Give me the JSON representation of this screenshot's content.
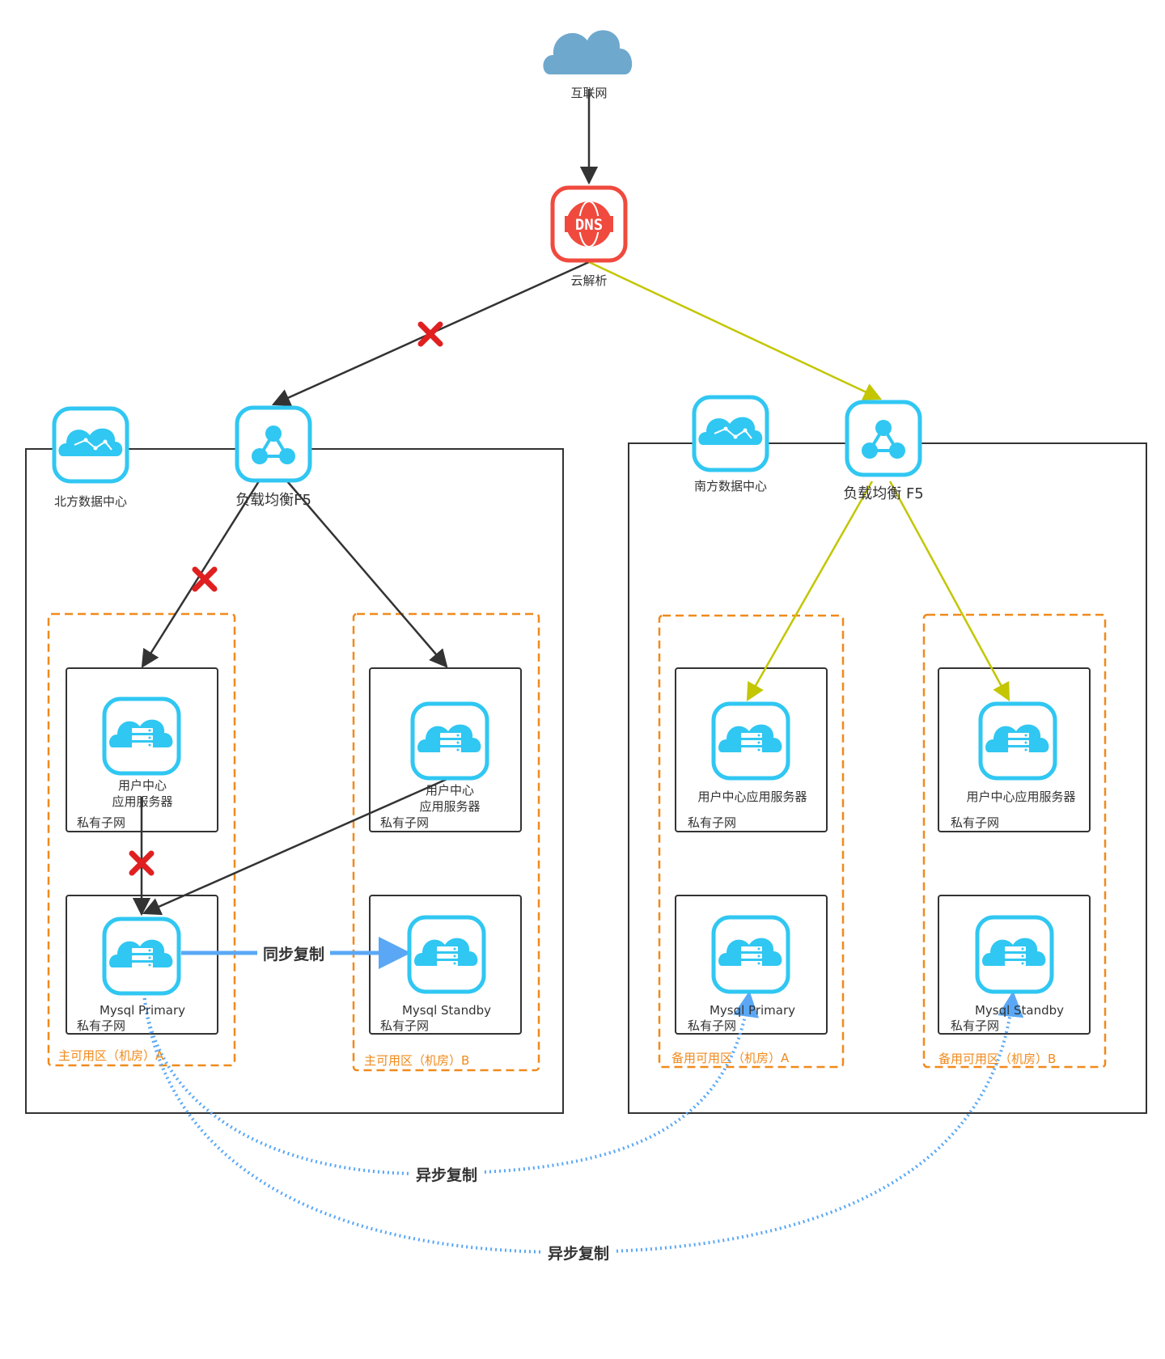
{
  "colors": {
    "icon_blue": "#30c7f2",
    "cloud_gray_blue": "#6fa8cd",
    "dns_red": "#f04a3e",
    "zone_orange": "#f08a1c",
    "arrow_dark": "#333333",
    "arrow_yellow_green": "#c3c600",
    "replication_blue": "#5aa8f5",
    "fail_red": "#e02020"
  },
  "internet": {
    "label": "互联网",
    "icon": "cloud-icon"
  },
  "dns": {
    "label": "云解析",
    "icon_text": "DNS"
  },
  "north": {
    "datacenter_label": "北方数据中心",
    "lb_label": "负载均衡F5",
    "zone_a": {
      "label": "主可用区（机房）A",
      "app": {
        "label_line1": "用户中心",
        "label_line2": "应用服务器",
        "subnet": "私有子网"
      },
      "db": {
        "label": "Mysql Primary",
        "subnet": "私有子网"
      }
    },
    "zone_b": {
      "label": "主可用区（机房）B",
      "app": {
        "label_line1": "用户中心",
        "label_line2": "应用服务器",
        "subnet": "私有子网"
      },
      "db": {
        "label": "Mysql Standby",
        "subnet": "私有子网"
      }
    },
    "sync_label": "同步复制"
  },
  "south": {
    "datacenter_label": "南方数据中心",
    "lb_label": "负载均衡 F5",
    "zone_a": {
      "label": "备用可用区（机房）A",
      "app": {
        "label": "用户中心应用服务器",
        "subnet": "私有子网"
      },
      "db": {
        "label": "Mysql Primary",
        "subnet": "私有子网"
      }
    },
    "zone_b": {
      "label": "备用可用区（机房）B",
      "app": {
        "label": "用户中心应用服务器",
        "subnet": "私有子网"
      },
      "db": {
        "label": "Mysql Standby",
        "subnet": "私有子网"
      }
    }
  },
  "async_labels": [
    "异步复制",
    "异步复制"
  ]
}
